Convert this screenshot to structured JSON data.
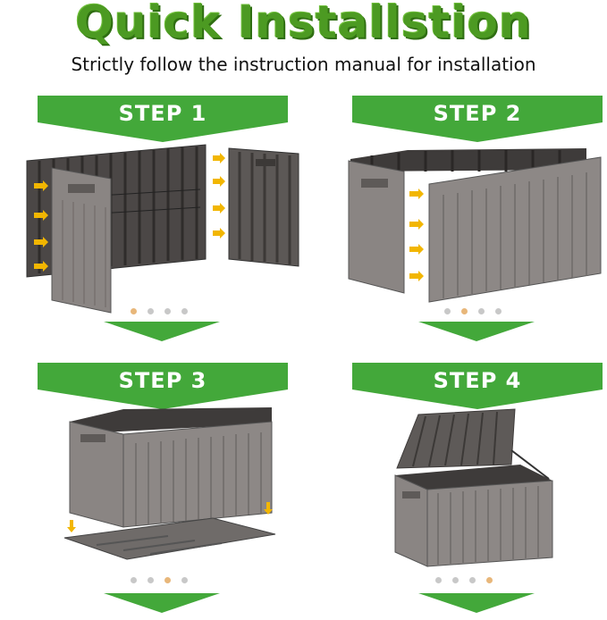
{
  "title": "Quick Installstion",
  "subtitle": "Strictly follow the instruction manual for installation",
  "steps": [
    {
      "label": "STEP 1"
    },
    {
      "label": "STEP 2"
    },
    {
      "label": "STEP 3"
    },
    {
      "label": "STEP 4"
    }
  ],
  "colors": {
    "green": "#43a83a",
    "title_green": "#4c9a22",
    "panel_gray": "#8a8583",
    "dark_gray": "#4e4a48",
    "arrow_yellow": "#f2b600"
  }
}
